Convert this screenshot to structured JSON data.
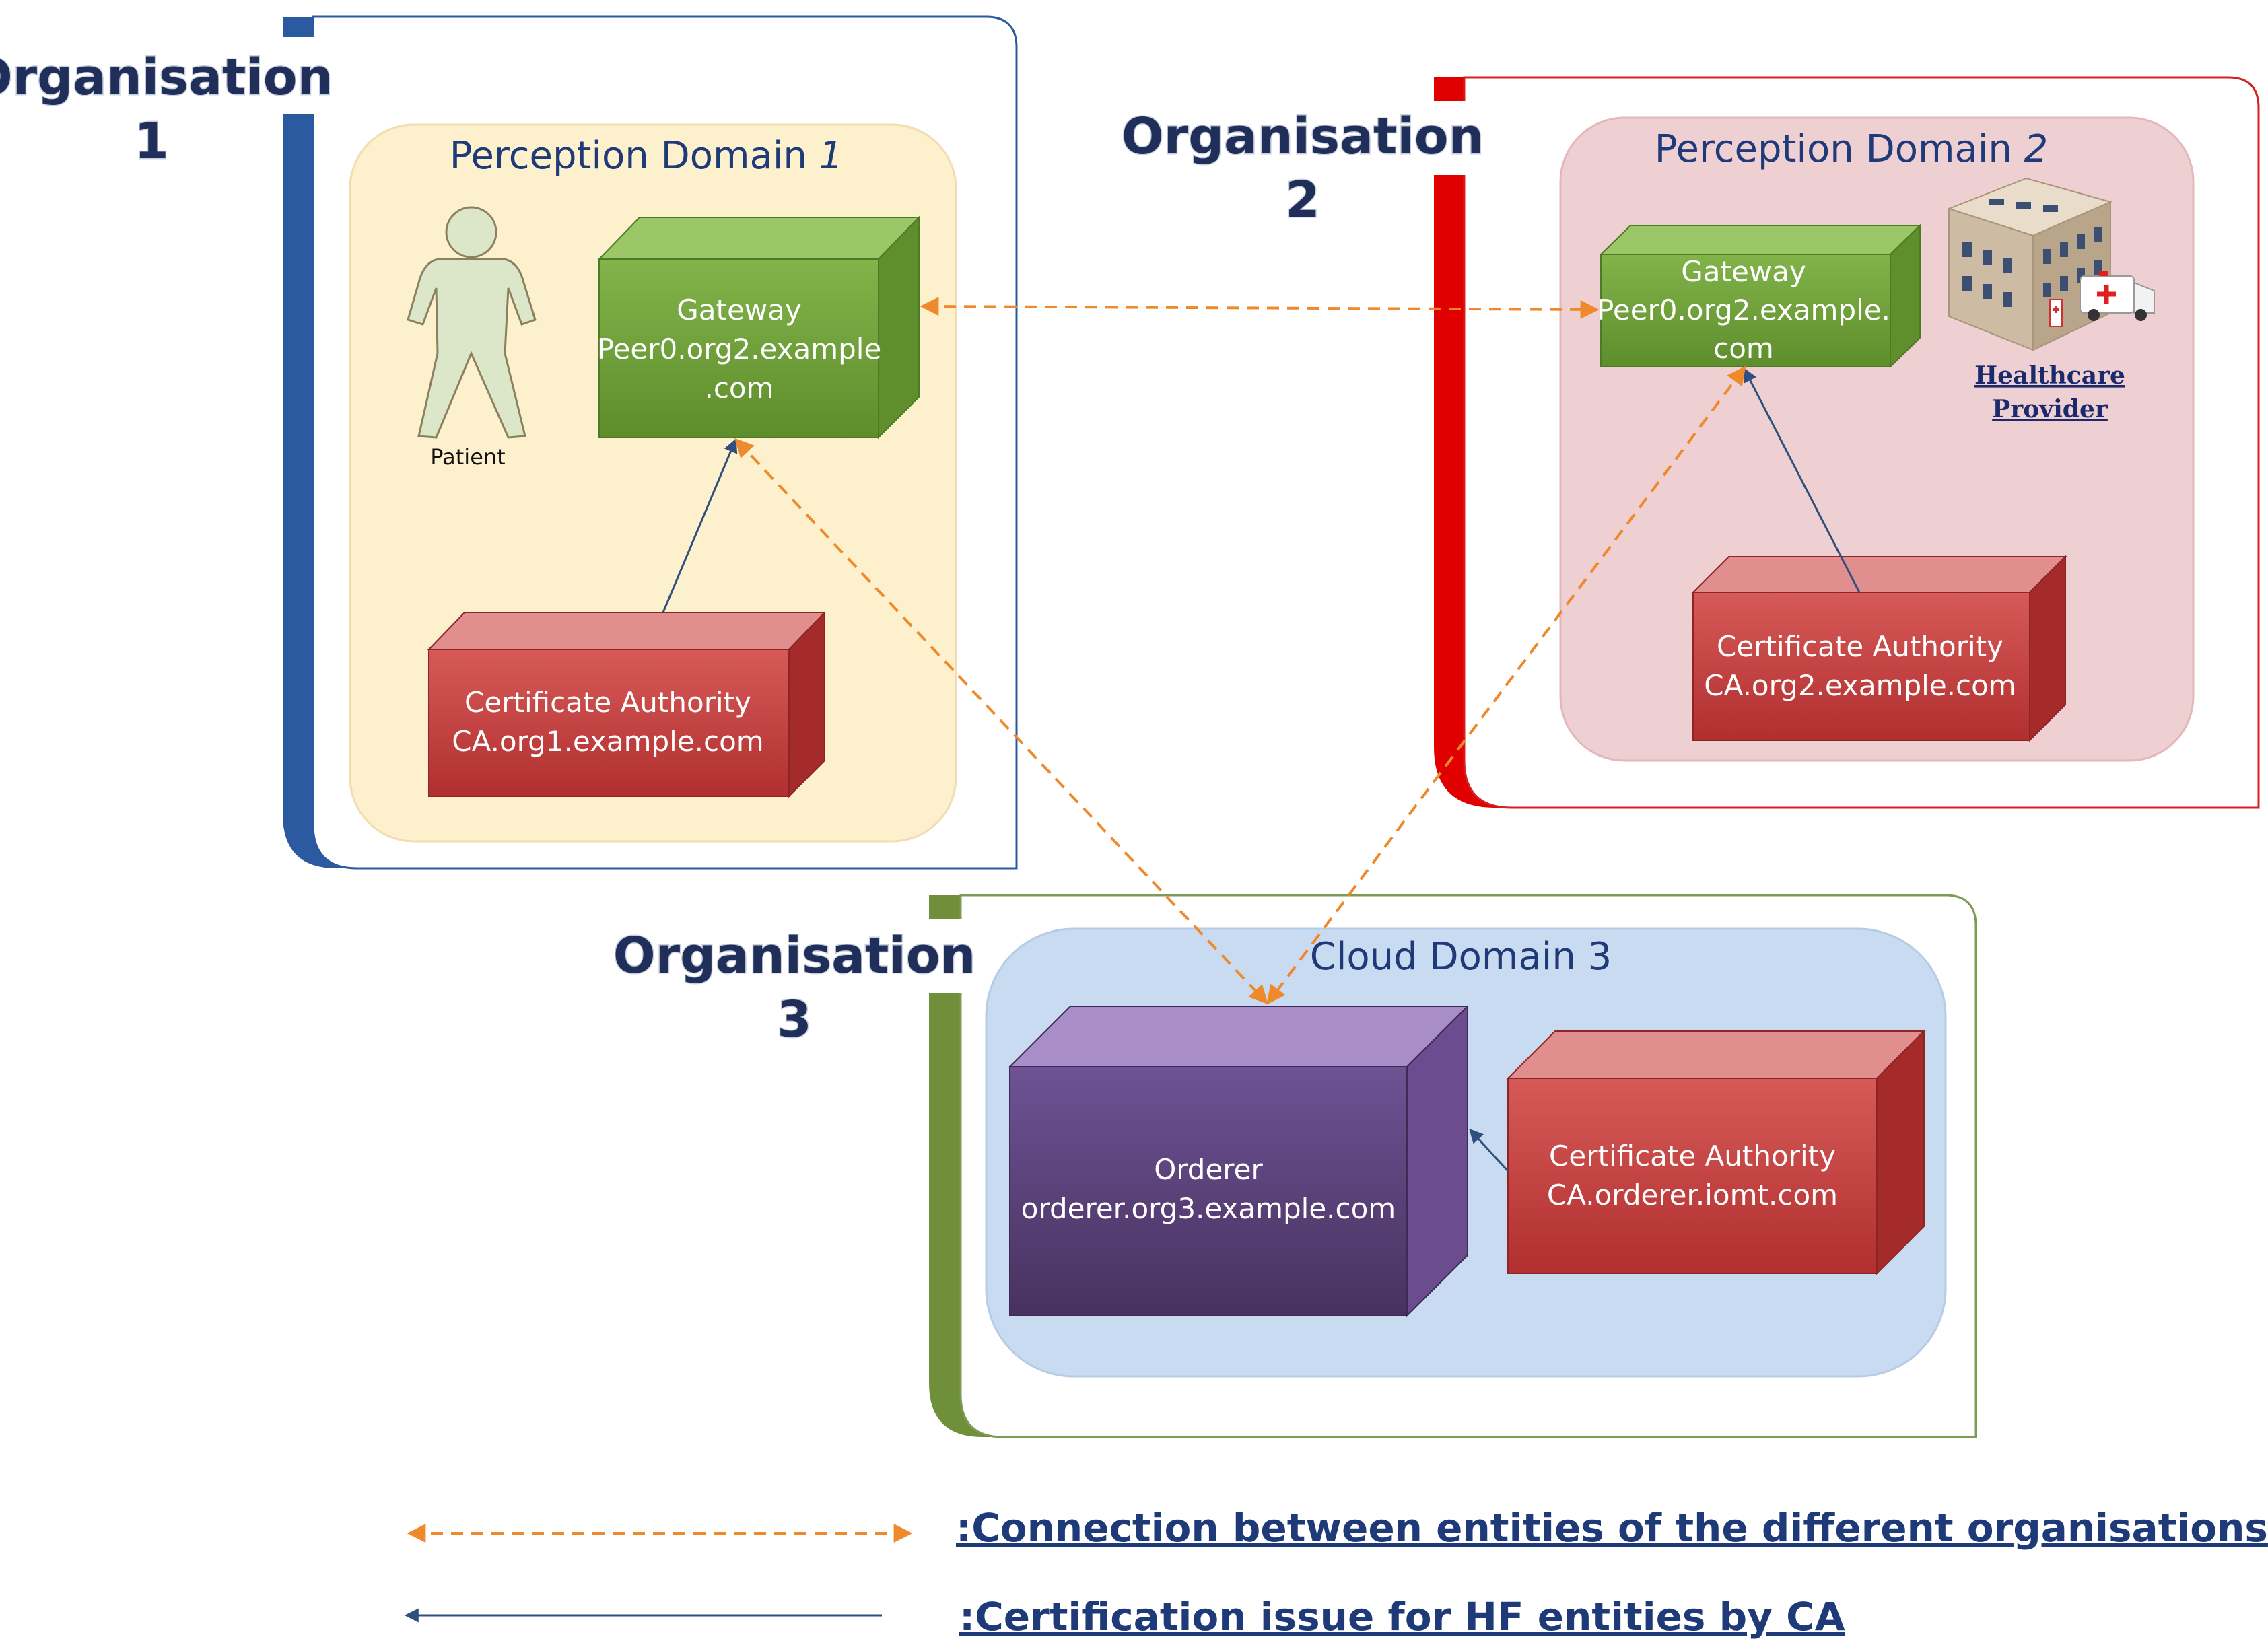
{
  "organisations": {
    "org1": {
      "label_line1": "Organisation",
      "label_line2": "1",
      "domain_title": "Perception Domain ",
      "domain_title_italic": "1"
    },
    "org2": {
      "label_line1": "Organisation",
      "label_line2": "2",
      "domain_title": "Perception Domain ",
      "domain_title_italic": "2"
    },
    "org3": {
      "label_line1": "Organisation",
      "label_line2": "3",
      "domain_title": "Cloud Domain 3"
    }
  },
  "entities": {
    "patient": {
      "label": "Patient"
    },
    "gateway1": {
      "line1": "Gateway",
      "line2": "Peer0.org2.example",
      "line3": ".com"
    },
    "ca1": {
      "line1": "Certificate Authority",
      "line2": "CA.org1.example.com"
    },
    "gateway2": {
      "line1": "Gateway",
      "line2": "Peer0.org2.example.",
      "line3": "com"
    },
    "healthcare": {
      "line1": "Healthcare",
      "line2": "Provider"
    },
    "ca2": {
      "line1": "Certificate Authority",
      "line2": "CA.org2.example.com"
    },
    "orderer": {
      "line1": "Orderer",
      "line2": "orderer.org3.example.com"
    },
    "ca3": {
      "line1": "Certificate Authority",
      "line2": "CA.orderer.iomt.com"
    }
  },
  "legend": {
    "dashed": ":Connection between entities of the different organisations",
    "solid": ":Certification issue for HF entities by CA"
  },
  "colors": {
    "org1_accent": "#2c5aa0",
    "org2_accent": "#e00000",
    "org3_accent": "#6f8f3a",
    "domain1_fill": "#fdf0cc",
    "domain2_fill": "#efd0d2",
    "domain3_fill": "#c9dbf1",
    "gateway_green": "#76a83e",
    "ca_red": "#c43c3c",
    "orderer_purple": "#5e4580",
    "dashed_connector": "#ef8a2c",
    "cert_connector": "#2f4f7f"
  }
}
